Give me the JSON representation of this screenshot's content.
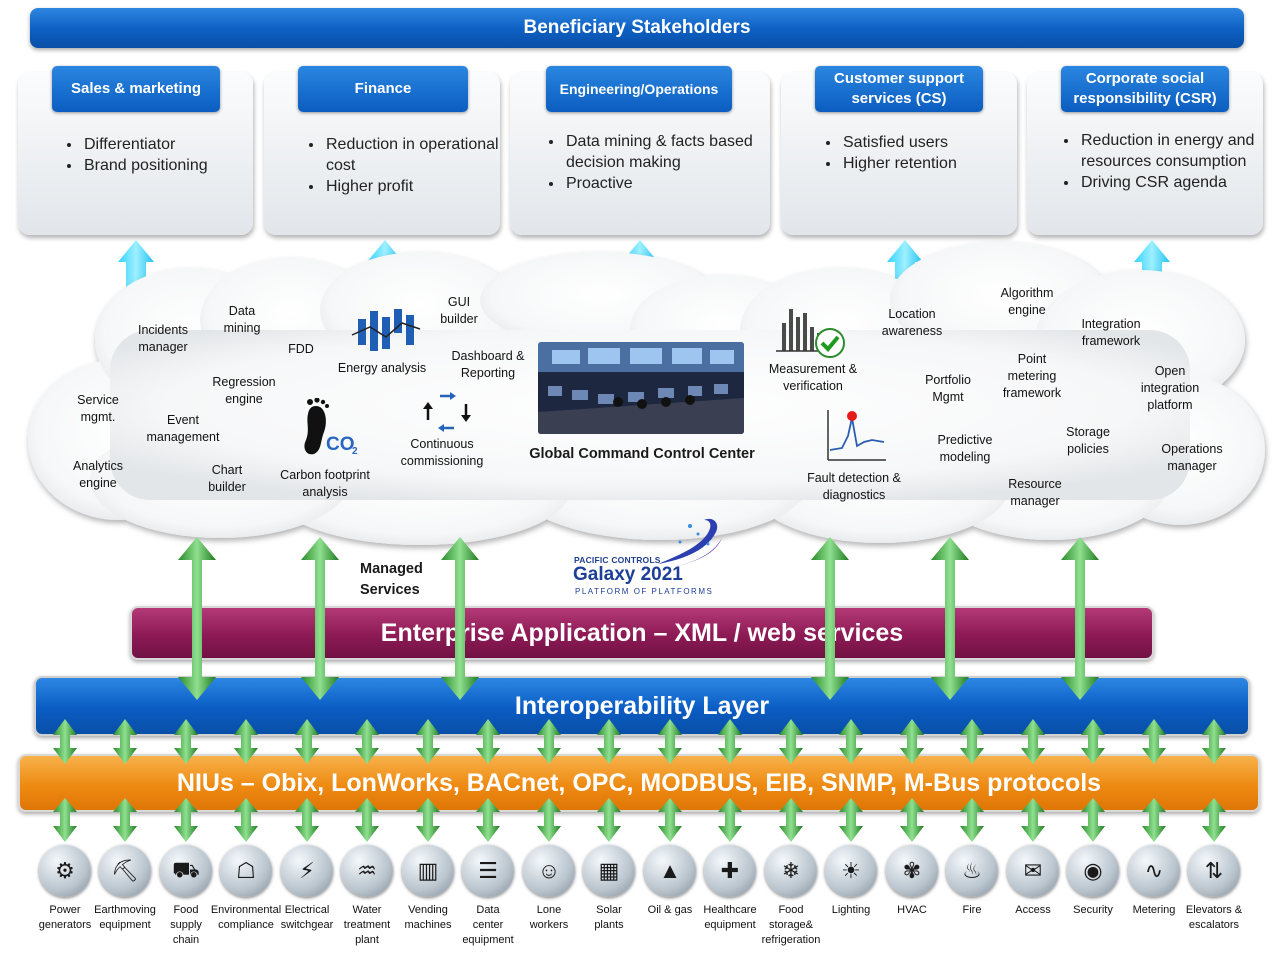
{
  "title": "Beneficiary Stakeholders",
  "stakeholders": [
    {
      "label": "Sales & marketing",
      "points": [
        "Differentiator",
        "Brand positioning"
      ]
    },
    {
      "label": "Finance",
      "points": [
        "Reduction in operational cost",
        "Higher profit"
      ]
    },
    {
      "label": "Engineering/Operations",
      "points": [
        "Data mining & facts based decision making",
        "Proactive"
      ]
    },
    {
      "label": "Customer support services (CS)",
      "points": [
        "Satisfied users",
        "Higher retention"
      ]
    },
    {
      "label": "Corporate social responsibility (CSR)",
      "points": [
        "Reduction in energy and resources consumption",
        "Driving CSR agenda"
      ]
    }
  ],
  "cloud": {
    "items": [
      "Service\nmgmt.",
      "Analytics\nengine",
      "Incidents\nmanager",
      "Data\nmining",
      "Event\nmanagement",
      "Regression\nengine",
      "Chart\nbuilder",
      "FDD",
      "Energy  analysis",
      "GUI\nbuilder",
      "Dashboard &\nReporting",
      "Carbon footprint\nanalysis",
      "Continuous\ncommissioning",
      "Measurement &\nverification",
      "Location\nawareness",
      "Algorithm\nengine",
      "Integration\nframework",
      "Portfolio\nMgmt",
      "Point\nmetering\nframework",
      "Open\nintegration\nplatform",
      "Fault detection &\ndiagnostics",
      "Predictive\nmodeling",
      "Storage\npolicies",
      "Operations\nmanager",
      "Resource\nmanager"
    ],
    "center_label": "Global Command Control Center",
    "co2_label": "CO",
    "co2_sub": "2"
  },
  "managed_services": "Managed\nServices",
  "logo": {
    "line1": "PACIFIC CONTROLS",
    "line2": "Galaxy 2021",
    "line3": "PLATFORM OF PLATFORMS"
  },
  "layers": {
    "enterprise": "Enterprise Application – XML / web services",
    "interop": "Interoperability Layer",
    "niu": "NIUs – Obix, LonWorks, BACnet, OPC, MODBUS, EIB, SNMP, M-Bus protocols"
  },
  "devices": [
    {
      "label": "Power\ngenerators",
      "icon": "generator-icon",
      "glyph": "⚙"
    },
    {
      "label": "Earthmoving\nequipment",
      "icon": "excavator-icon",
      "glyph": "⛏"
    },
    {
      "label": "Food\nsupply\nchain",
      "icon": "truck-icon",
      "glyph": "⛟"
    },
    {
      "label": "Environmental\ncompliance",
      "icon": "factory-icon",
      "glyph": "☖"
    },
    {
      "label": "Electrical\nswitchgear",
      "icon": "switchgear-icon",
      "glyph": "⚡"
    },
    {
      "label": "Water\ntreatment\nplant",
      "icon": "water-plant-icon",
      "glyph": "♒"
    },
    {
      "label": "Vending\nmachines",
      "icon": "vending-machine-icon",
      "glyph": "▥"
    },
    {
      "label": "Data\ncenter\nequipment",
      "icon": "server-icon",
      "glyph": "☰"
    },
    {
      "label": "Lone\nworkers",
      "icon": "lone-worker-icon",
      "glyph": "☺"
    },
    {
      "label": "Solar\nplants",
      "icon": "solar-panel-icon",
      "glyph": "▦"
    },
    {
      "label": "Oil & gas",
      "icon": "oil-drop-icon",
      "glyph": "▲"
    },
    {
      "label": "Healthcare\nequipment",
      "icon": "medical-kit-icon",
      "glyph": "✚"
    },
    {
      "label": "Food\nstorage&\nrefrigeration",
      "icon": "refrigeration-icon",
      "glyph": "❄"
    },
    {
      "label": "Lighting",
      "icon": "light-bulb-icon",
      "glyph": "☀"
    },
    {
      "label": "HVAC",
      "icon": "fan-icon",
      "glyph": "✾"
    },
    {
      "label": "Fire",
      "icon": "fire-icon",
      "glyph": "♨"
    },
    {
      "label": "Access",
      "icon": "id-card-icon",
      "glyph": "✉"
    },
    {
      "label": "Security",
      "icon": "camera-icon",
      "glyph": "◉"
    },
    {
      "label": "Metering",
      "icon": "meter-wave-icon",
      "glyph": "∿"
    },
    {
      "label": "Elevators &\nescalators",
      "icon": "elevator-icon",
      "glyph": "⇅"
    }
  ]
}
